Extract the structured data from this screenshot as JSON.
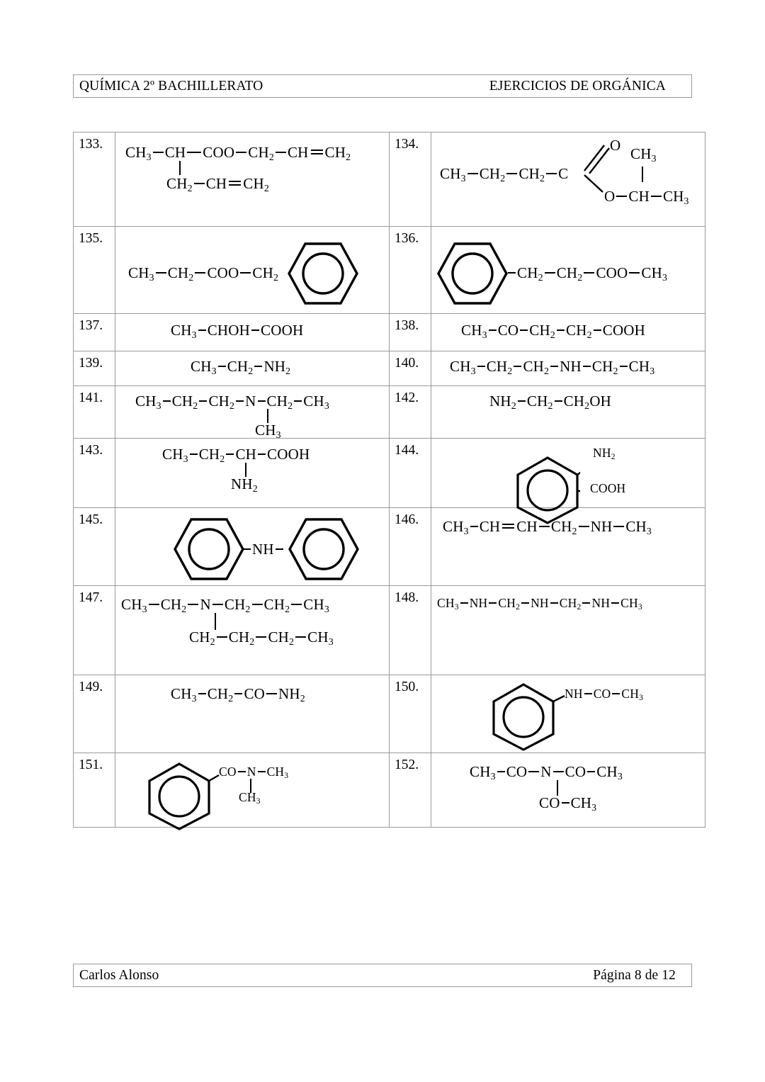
{
  "header": {
    "left": "QUÍMICA 2º BACHILLERATO",
    "right": "EJERCICIOS DE ORGÁNICA"
  },
  "footer": {
    "left": "Carlos Alonso",
    "right": "Página 8 de 12"
  },
  "exercises": [
    {
      "number": "133.",
      "formula_text": "CH3—CH(—CH2—CH=CH2)—COO—CH2—CH=CH2",
      "main_chain": [
        "CH",
        "3",
        "CH",
        "COO",
        "CH",
        "2",
        "CH",
        "CH",
        "2"
      ],
      "parts": {
        "p1": "CH",
        "p1s": "3",
        "p2": "CH",
        "p3": "COO",
        "p4": "CH",
        "p4s": "2",
        "p5": "CH",
        "p6": "CH",
        "p6s": "2",
        "br1": "CH",
        "br1s": "2",
        "br2": "CH",
        "br3": "CH",
        "br3s": "2"
      }
    },
    {
      "number": "134.",
      "formula_text": "CH3—CH2—CH2—C(=O)—O—CH(CH3)—CH3",
      "parts": {
        "p1": "CH",
        "p1s": "3",
        "p2": "CH",
        "p2s": "2",
        "p3": "CH",
        "p3s": "2",
        "p4": "C",
        "o_double": "O",
        "o_single": "O",
        "p5": "CH",
        "p6": "CH",
        "p6s": "3",
        "branch": "CH",
        "branchs": "3"
      }
    },
    {
      "number": "135.",
      "formula_text": "CH3—CH2—COO—CH2—C6H5",
      "parts": {
        "p1": "CH",
        "p1s": "3",
        "p2": "CH",
        "p2s": "2",
        "p3": "COO",
        "p4": "CH",
        "p4s": "2"
      },
      "ring": "benzene-ring"
    },
    {
      "number": "136.",
      "formula_text": "C6H5—CH2—CH2—COO—CH3",
      "parts": {
        "p1": "CH",
        "p1s": "2",
        "p2": "CH",
        "p2s": "2",
        "p3": "COO",
        "p4": "CH",
        "p4s": "3"
      },
      "ring": "benzene-ring"
    },
    {
      "number": "137.",
      "formula_text": "CH3—CHOH—COOH",
      "parts": {
        "p1": "CH",
        "p1s": "3",
        "p2": "CHOH",
        "p3": "COOH"
      }
    },
    {
      "number": "138.",
      "formula_text": "CH3—CO—CH2—CH2—COOH",
      "parts": {
        "p1": "CH",
        "p1s": "3",
        "p2": "CO",
        "p3": "CH",
        "p3s": "2",
        "p4": "CH",
        "p4s": "2",
        "p5": "COOH"
      }
    },
    {
      "number": "139.",
      "formula_text": "CH3—CH2—NH2",
      "parts": {
        "p1": "CH",
        "p1s": "3",
        "p2": "CH",
        "p2s": "2",
        "p3": "NH",
        "p3s": "2"
      }
    },
    {
      "number": "140.",
      "formula_text": "CH3—CH2—CH2—NH—CH2—CH3",
      "parts": {
        "p1": "CH",
        "p1s": "3",
        "p2": "CH",
        "p2s": "2",
        "p3": "CH",
        "p3s": "2",
        "p4": "NH",
        "p5": "CH",
        "p5s": "2",
        "p6": "CH",
        "p6s": "3"
      }
    },
    {
      "number": "141.",
      "formula_text": "CH3—CH2—CH2—N(—CH3)—CH2—CH3",
      "parts": {
        "p1": "CH",
        "p1s": "3",
        "p2": "CH",
        "p2s": "2",
        "p3": "CH",
        "p3s": "2",
        "p4": "N",
        "p5": "CH",
        "p5s": "2",
        "p6": "CH",
        "p6s": "3",
        "branch": "CH",
        "branchs": "3"
      }
    },
    {
      "number": "142.",
      "formula_text": "NH2—CH2—CH2OH",
      "parts": {
        "p1": "NH",
        "p1s": "2",
        "p2": "CH",
        "p2s": "2",
        "p3a": "CH",
        "p3s": "2",
        "p3b": "OH"
      }
    },
    {
      "number": "143.",
      "formula_text": "CH3—CH2—CH(—NH2)—COOH",
      "parts": {
        "p1": "CH",
        "p1s": "3",
        "p2": "CH",
        "p2s": "2",
        "p3": "CH",
        "p4": "COOH",
        "branch": "NH",
        "branchs": "2"
      }
    },
    {
      "number": "144.",
      "formula_text": "C6H4(NH2)(COOH) orto",
      "parts": {
        "amine": "NH",
        "amines": "2",
        "acid": "COOH"
      },
      "ring": "benzene-ring"
    },
    {
      "number": "145.",
      "formula_text": "C6H5—NH—C6H5",
      "parts": {
        "link": "NH"
      },
      "ring": "benzene-ring"
    },
    {
      "number": "146.",
      "formula_text": "CH3—CH=CH—CH2—NH—CH3",
      "parts": {
        "p1": "CH",
        "p1s": "3",
        "p2": "CH",
        "p3": "CH",
        "p4": "CH",
        "p4s": "2",
        "p5": "NH",
        "p6": "CH",
        "p6s": "3"
      }
    },
    {
      "number": "147.",
      "formula_text": "CH3—CH2—N(—CH2—CH2—CH2—CH3)—CH2—CH2—CH3",
      "parts": {
        "p1": "CH",
        "p1s": "3",
        "p2": "CH",
        "p2s": "2",
        "p3": "N",
        "p4": "CH",
        "p4s": "2",
        "p5": "CH",
        "p5s": "2",
        "p6": "CH",
        "p6s": "3",
        "b1": "CH",
        "b1s": "2",
        "b2": "CH",
        "b2s": "2",
        "b3": "CH",
        "b3s": "2",
        "b4": "CH",
        "b4s": "3"
      }
    },
    {
      "number": "148.",
      "formula_text": "CH3—NH—CH2—NH—CH2—NH—CH3",
      "parts": {
        "p1": "CH",
        "p1s": "3",
        "p2": "NH",
        "p3": "CH",
        "p3s": "2",
        "p4": "NH",
        "p5": "CH",
        "p5s": "2",
        "p6": "NH",
        "p7": "CH",
        "p7s": "3"
      }
    },
    {
      "number": "149.",
      "formula_text": "CH3—CH2—CO—NH2",
      "parts": {
        "p1": "CH",
        "p1s": "3",
        "p2": "CH",
        "p2s": "2",
        "p3": "CO",
        "p4": "NH",
        "p4s": "2"
      }
    },
    {
      "number": "150.",
      "formula_text": "C6H5—NH—CO—CH3",
      "parts": {
        "p1": "NH",
        "p2": "CO",
        "p3": "CH",
        "p3s": "3"
      },
      "ring": "benzene-ring"
    },
    {
      "number": "151.",
      "formula_text": "C6H5—CO—N(CH3)—CH3",
      "parts": {
        "p1": "CO",
        "p2": "N",
        "p3": "CH",
        "p3s": "3",
        "branch": "CH",
        "branchs": "3"
      },
      "ring": "benzene-ring"
    },
    {
      "number": "152.",
      "formula_text": "CH3—CO—N(—CO—CH3)—CO—CH3",
      "parts": {
        "p1": "CH",
        "p1s": "3",
        "p2": "CO",
        "p3": "N",
        "p4": "CO",
        "p5": "CH",
        "p5s": "3",
        "b1": "CO",
        "b2": "CH",
        "b2s": "3"
      }
    }
  ],
  "colors": {
    "border": "#9a9a9a",
    "ink": "#000000",
    "paper": "#ffffff"
  }
}
